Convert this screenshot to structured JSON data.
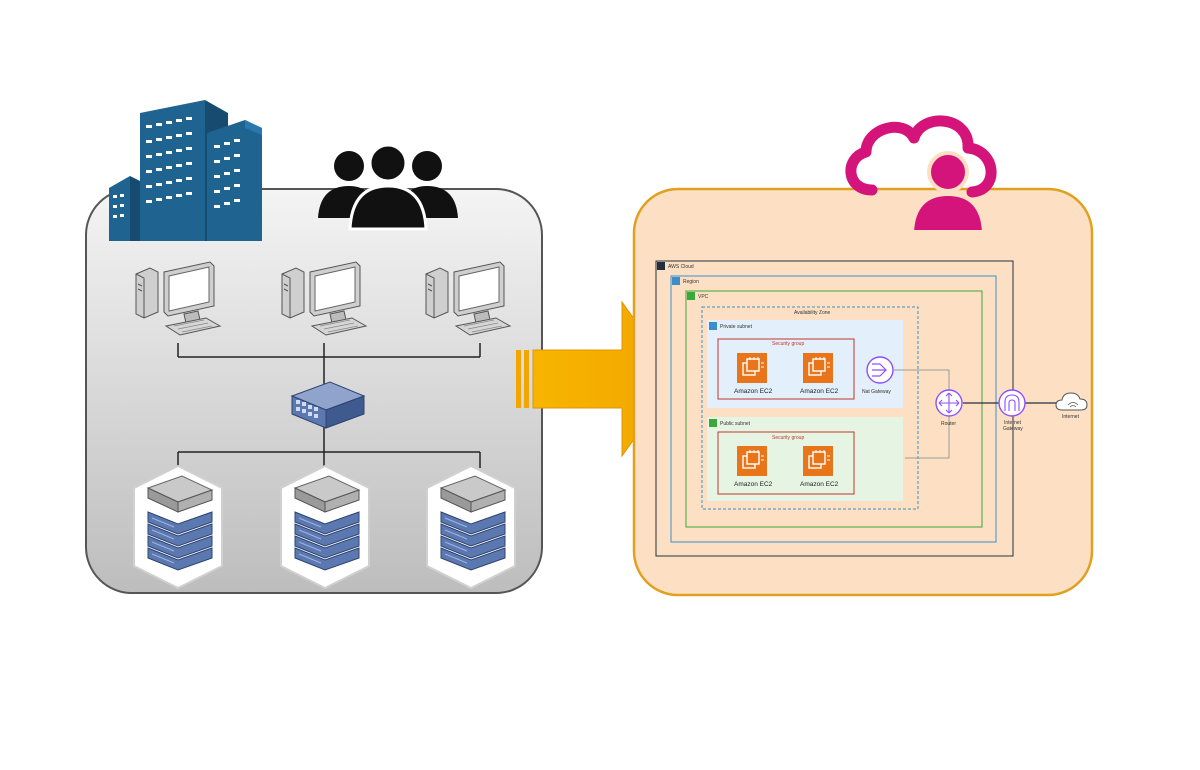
{
  "colors": {
    "onprem_fill": "#d8d8d8",
    "onprem_stroke": "#555555",
    "cloud_fill": "#fde0c4",
    "cloud_stroke": "#e0a020",
    "building": "#1f6391",
    "arrow": "#f7b500",
    "cloud_user": "#d4147a",
    "ec2": "#e8751a",
    "vpc_network": "#8c4fff",
    "private_subnet": "#e3effa",
    "public_subnet": "#e6f4e3",
    "security_group": "#c0392b",
    "server": "#5b78b0"
  },
  "icons": {
    "building": "office-building-icon",
    "users": "user-group-icon",
    "workstation": "desktop-computer-icon",
    "switch": "network-switch-icon",
    "server": "server-rack-icon",
    "migration_arrow": "arrow-right-icon",
    "cloud_user": "cloud-user-icon",
    "ec2": "amazon-ec2-icon",
    "nat_gateway": "nat-gateway-icon",
    "router": "router-icon",
    "internet_gateway": "internet-gateway-icon",
    "internet": "internet-cloud-icon"
  },
  "aws": {
    "cloud_label": "AWS Cloud",
    "region_label": "Region",
    "vpc_label": "VPC",
    "az_label": "Availability Zone",
    "private_subnet_label": "Private subnet",
    "public_subnet_label": "Public subnet",
    "security_group_label": "Security group",
    "ec2_label": "Amazon EC2",
    "nat_label": "Nat Gateway",
    "router_label": "Router",
    "igw_label_1": "Internet",
    "igw_label_2": "Gateway",
    "internet_label": "Internet"
  }
}
